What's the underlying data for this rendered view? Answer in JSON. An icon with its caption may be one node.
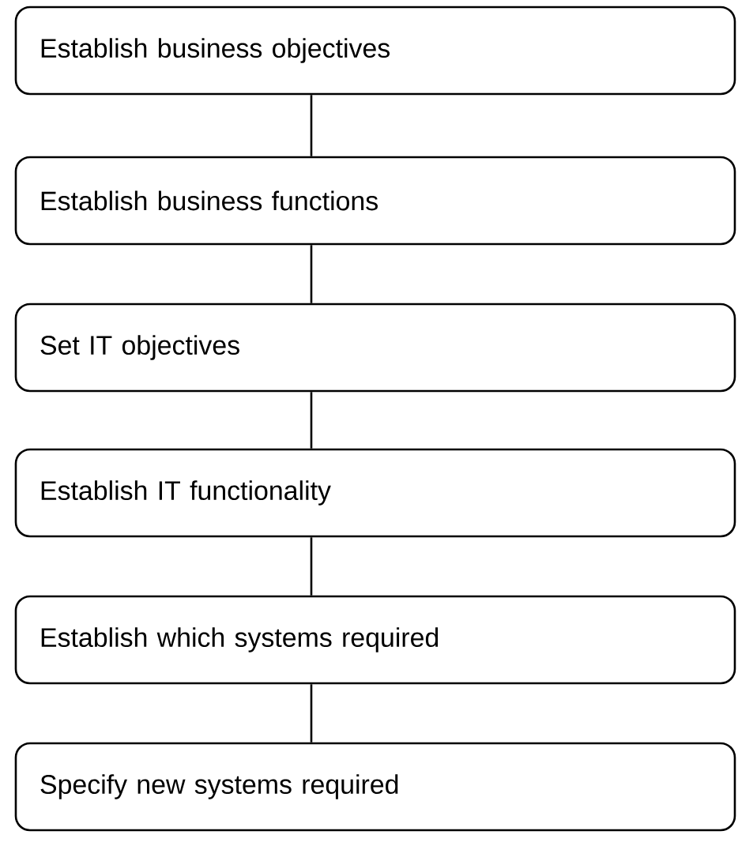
{
  "diagram": {
    "nodes": [
      {
        "text": [
          "Establish business objectives"
        ]
      },
      {
        "text": [
          "Establish business functions"
        ]
      },
      {
        "text": [
          "Set IT objectives"
        ]
      },
      {
        "text": [
          "Establish IT functionality"
        ]
      },
      {
        "text": [
          "Establish which systems required"
        ]
      },
      {
        "text": [
          "Specify new systems required"
        ]
      }
    ],
    "edges": [
      {
        "from": 0,
        "to": 1,
        "arrow": "none"
      },
      {
        "from": 1,
        "to": 2,
        "arrow": "none"
      },
      {
        "from": 2,
        "to": 3,
        "arrow": "none"
      },
      {
        "from": 3,
        "to": 4,
        "arrow": "none"
      },
      {
        "from": 4,
        "to": 5,
        "arrow": "none"
      }
    ]
  }
}
